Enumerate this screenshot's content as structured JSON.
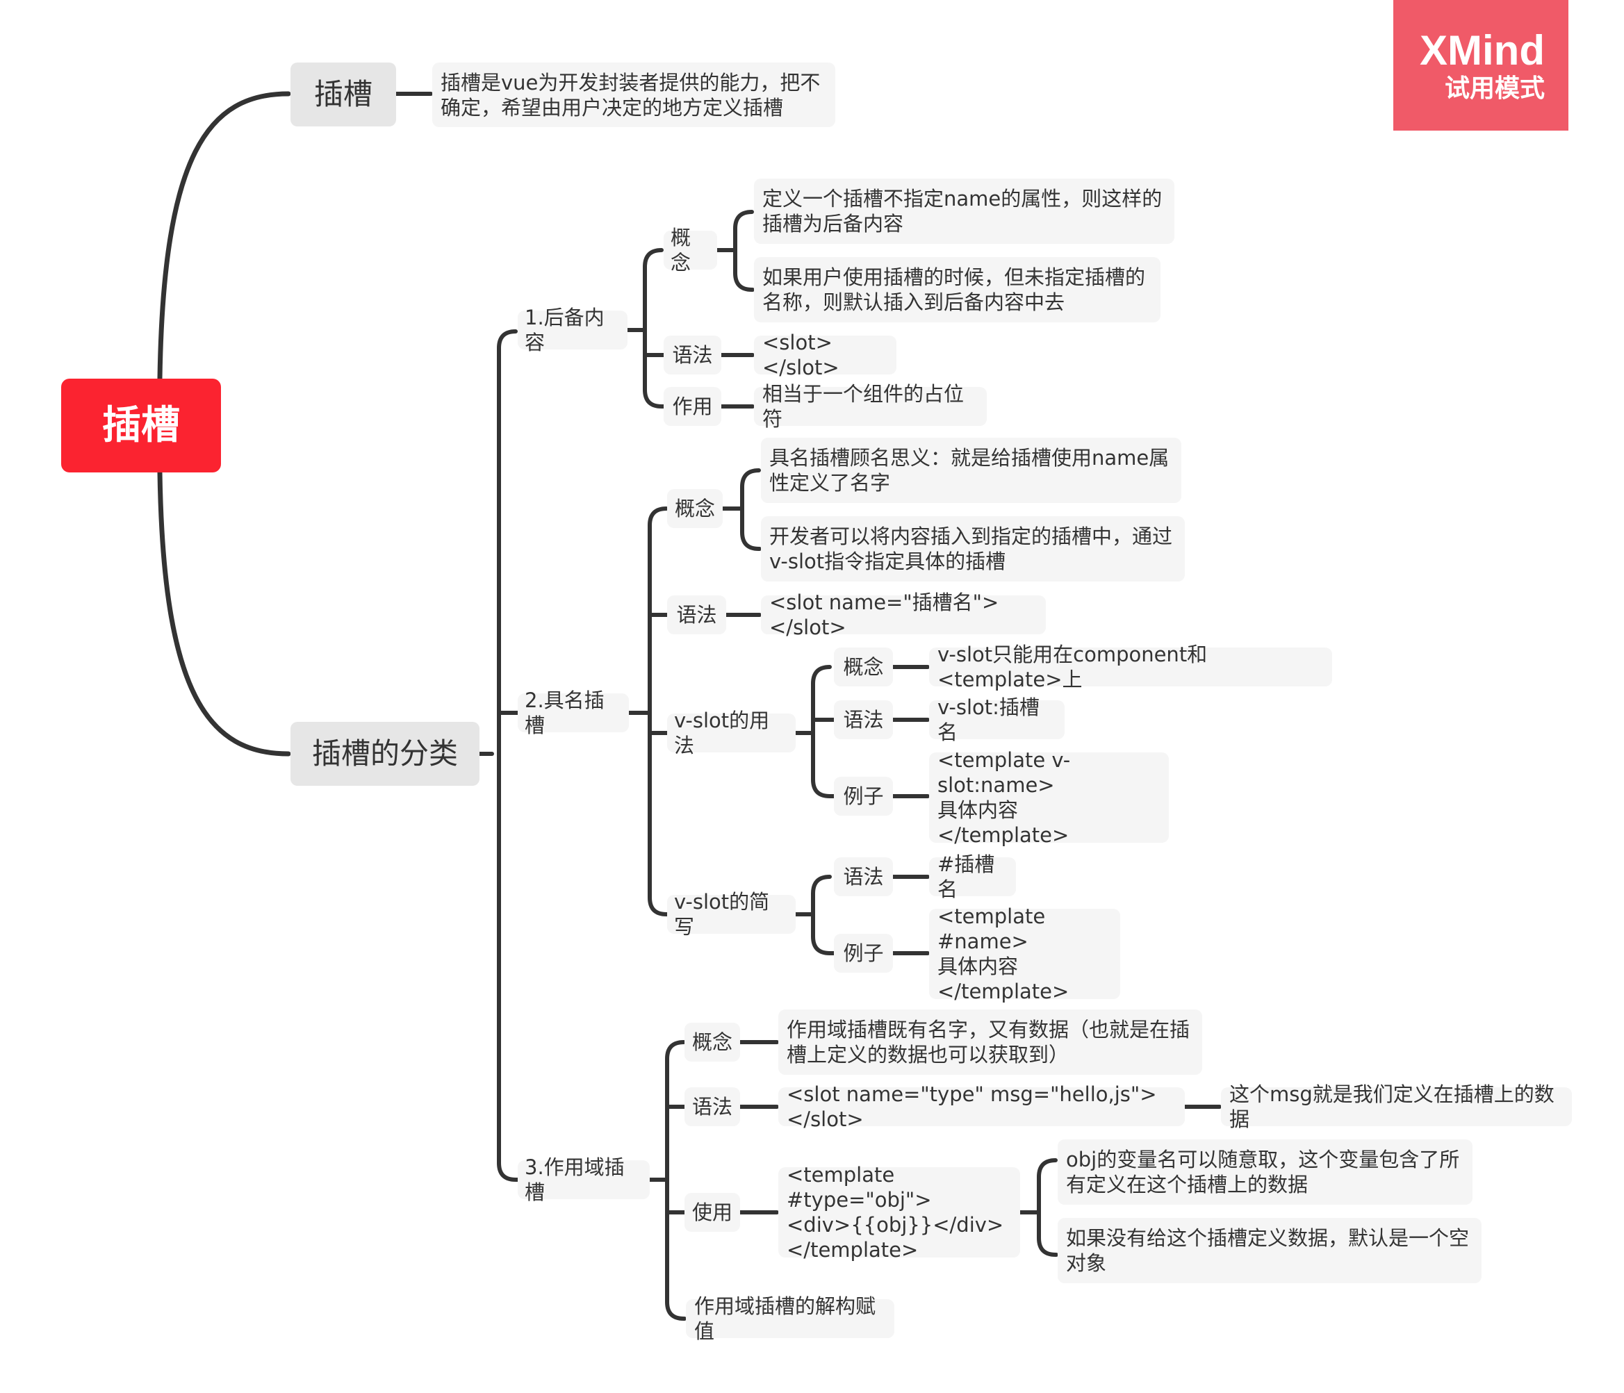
{
  "watermark": {
    "brand": "XMind",
    "mode": "试用模式"
  },
  "mindmap": {
    "root": "插槽",
    "topic_intro": {
      "title": "插槽",
      "note": "插槽是vue为开发封装者提供的能力，把不确定，希望由用户决定的地方定义插槽"
    },
    "topic_types": {
      "title": "插槽的分类",
      "fallback": {
        "title": "1.后备内容",
        "concept_label": "概念",
        "concept_1": "定义一个插槽不指定name的属性，则这样的插槽为后备内容",
        "concept_2": "如果用户使用插槽的时候，但未指定插槽的名称，则默认插入到后备内容中去",
        "syntax_label": "语法",
        "syntax": "<slot></slot>",
        "usage_label": "作用",
        "usage": "相当于一个组件的占位符"
      },
      "named": {
        "title": "2.具名插槽",
        "concept_label": "概念",
        "concept_1": "具名插槽顾名思义：就是给插槽使用name属性定义了名字",
        "concept_2": "开发者可以将内容插入到指定的插槽中，通过v-slot指令指定具体的插槽",
        "syntax_label": "语法",
        "syntax": "<slot name=\"插槽名\"></slot>",
        "vslot_usage": {
          "title": "v-slot的用法",
          "concept_label": "概念",
          "concept": "v-slot只能用在component和<template>上",
          "syntax_label": "语法",
          "syntax": "v-slot:插槽名",
          "example_label": "例子",
          "example": "<template v-slot:name>\n具体内容\n</template>"
        },
        "vslot_short": {
          "title": "v-slot的简写",
          "syntax_label": "语法",
          "syntax": "#插槽名",
          "example_label": "例子",
          "example": "<template #name>\n具体内容\n</template>"
        }
      },
      "scoped": {
        "title": "3.作用域插槽",
        "concept_label": "概念",
        "concept": "作用域插槽既有名字，又有数据（也就是在插槽上定义的数据也可以获取到）",
        "syntax_label": "语法",
        "syntax": "<slot name=\"type\" msg=\"hello,js\"></slot>",
        "syntax_note": "这个msg就是我们定义在插槽上的数据",
        "usage_label": "使用",
        "usage": "<template #type=\"obj\">\n<div>{{obj}}</div>\n</template>",
        "usage_note_1": "obj的变量名可以随意取，这个变量包含了所有定义在这个插槽上的数据",
        "usage_note_2": "如果没有给这个插槽定义数据，默认是一个空对象",
        "destructure": "作用域插槽的解构赋值"
      }
    }
  }
}
